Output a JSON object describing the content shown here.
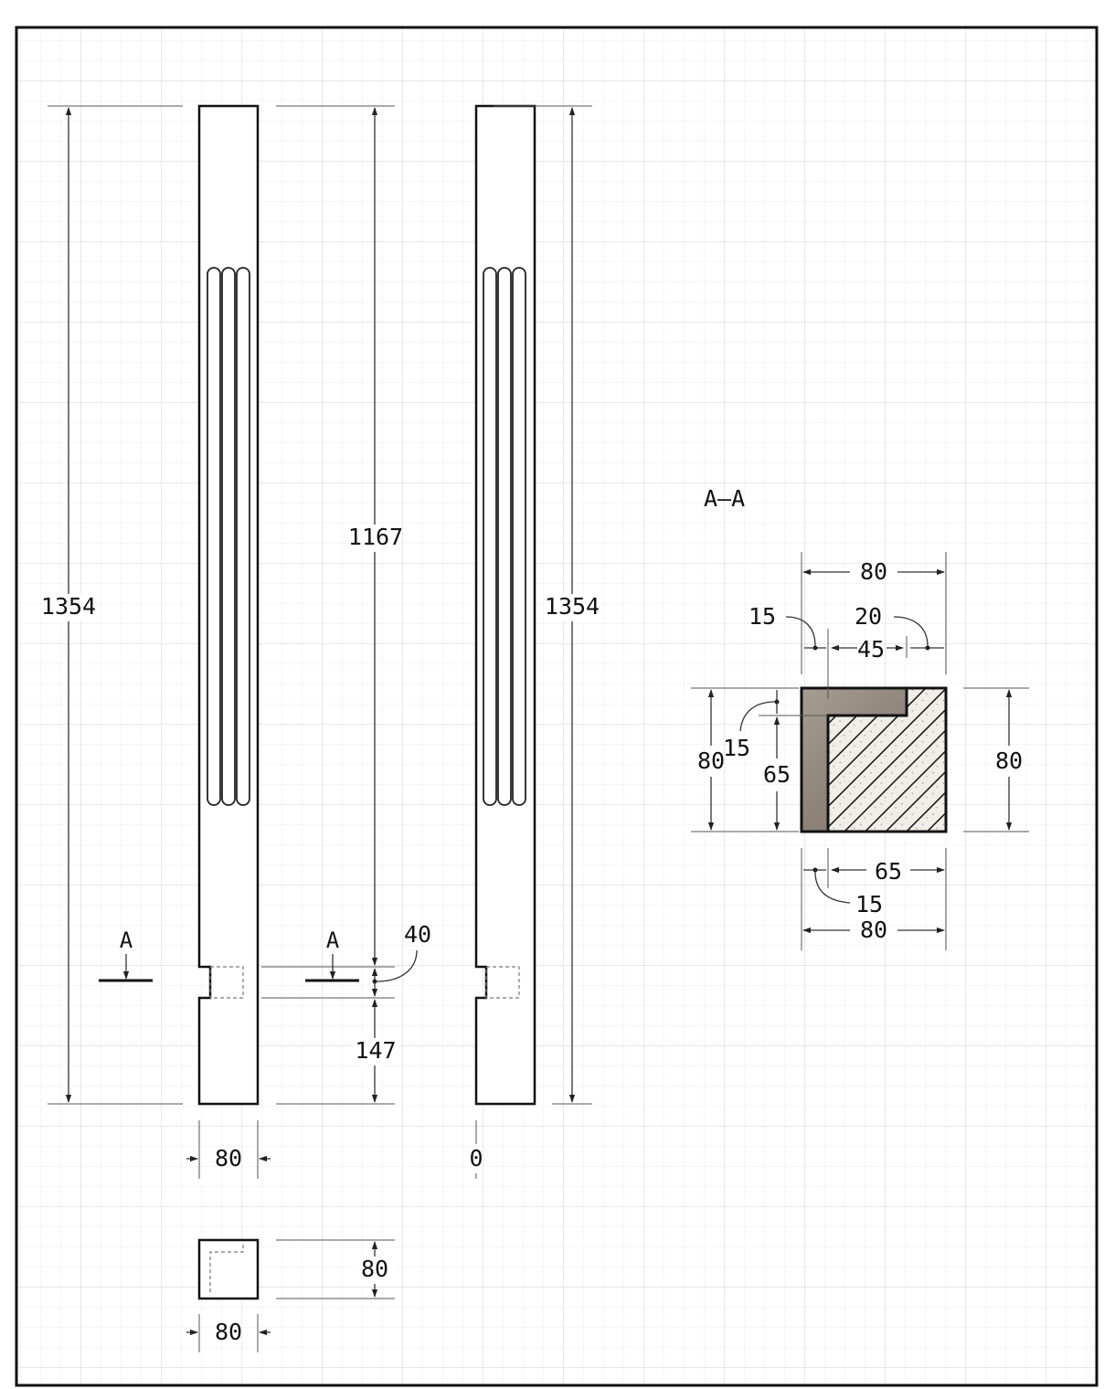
{
  "drawing": {
    "section_title": "A–A",
    "section_marks": [
      "A",
      "A"
    ],
    "dimensions": {
      "front_total_height": "1354",
      "front_upper_height": "1167",
      "front_notch": "40",
      "front_lower_height": "147",
      "front_width": "80",
      "side_total_height": "1354",
      "side_width": "0",
      "plan_height": "80",
      "plan_width": "80"
    },
    "section": {
      "top_width": "80",
      "left_offset": "15",
      "right_offset": "20",
      "inner_top": "45",
      "left_height": "80",
      "top_offset": "15",
      "inner_height": "65",
      "right_height": "80",
      "inner_bottom": "65",
      "bottom_offset": "15",
      "bottom_width": "80"
    }
  },
  "colors": {
    "grid_minor": "#ececec",
    "grid_major": "#d6d6d6",
    "wood_light": "#a79e93",
    "wood_dark": "#7d7269",
    "hatch_fill": "#efeee9",
    "line": "#111111"
  }
}
